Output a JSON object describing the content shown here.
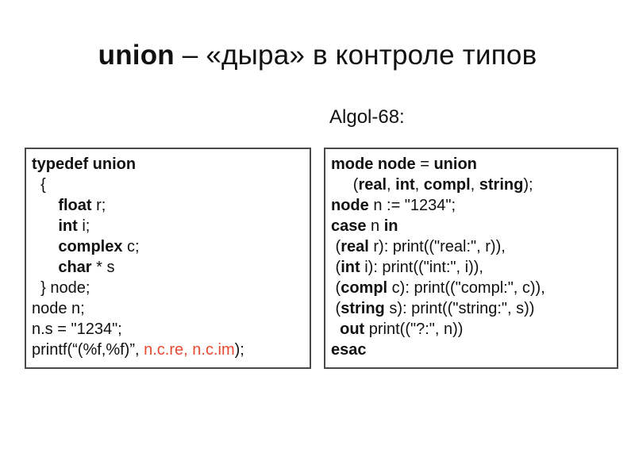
{
  "slide": {
    "title_segments": [
      {
        "t": "union",
        "b": true
      },
      {
        "t": " – «дыра» в контроле типов"
      }
    ],
    "algol_label": "Algol-68:"
  },
  "colors": {
    "text": "#111111",
    "accent_red": "#e64a33",
    "box_border": "#4a4a4a",
    "background": "#ffffff"
  },
  "c_code_box": {
    "language": "C",
    "lines": [
      {
        "segments": [
          {
            "t": "typedef union",
            "b": true
          }
        ]
      },
      {
        "segments": [
          {
            "t": "  {"
          }
        ]
      },
      {
        "segments": [
          {
            "t": "      "
          },
          {
            "t": "float",
            "b": true
          },
          {
            "t": " r;"
          }
        ]
      },
      {
        "segments": [
          {
            "t": "      "
          },
          {
            "t": "int",
            "b": true
          },
          {
            "t": " i;"
          }
        ]
      },
      {
        "segments": [
          {
            "t": "      "
          },
          {
            "t": "complex",
            "b": true
          },
          {
            "t": " c;"
          }
        ]
      },
      {
        "segments": [
          {
            "t": "      "
          },
          {
            "t": "char",
            "b": true
          },
          {
            "t": " * s"
          }
        ]
      },
      {
        "segments": [
          {
            "t": "  } node;"
          }
        ]
      },
      {
        "segments": [
          {
            "t": "node n;"
          }
        ]
      },
      {
        "segments": [
          {
            "t": "n.s = \"1234\";"
          }
        ]
      },
      {
        "segments": [
          {
            "t": "printf(“(%f,%f)”, "
          },
          {
            "t": "n.c.re, n.c.im",
            "red": true
          },
          {
            "t": ");"
          }
        ]
      }
    ]
  },
  "algol_code_box": {
    "language": "Algol-68",
    "lines": [
      {
        "segments": [
          {
            "t": "mode node",
            "b": true
          },
          {
            "t": " = "
          },
          {
            "t": "union",
            "b": true
          }
        ]
      },
      {
        "segments": [
          {
            "t": "     ("
          },
          {
            "t": "real",
            "b": true
          },
          {
            "t": ", "
          },
          {
            "t": "int",
            "b": true
          },
          {
            "t": ", "
          },
          {
            "t": "compl",
            "b": true
          },
          {
            "t": ", "
          },
          {
            "t": "string",
            "b": true
          },
          {
            "t": ");"
          }
        ]
      },
      {
        "segments": [
          {
            "t": "node",
            "b": true
          },
          {
            "t": " n := \"1234\";"
          }
        ]
      },
      {
        "segments": [
          {
            "t": "case",
            "b": true
          },
          {
            "t": " n "
          },
          {
            "t": "in",
            "b": true
          }
        ]
      },
      {
        "segments": [
          {
            "t": " ("
          },
          {
            "t": "real",
            "b": true
          },
          {
            "t": " r): print((\"real:\", r)),"
          }
        ]
      },
      {
        "segments": [
          {
            "t": " ("
          },
          {
            "t": "int",
            "b": true
          },
          {
            "t": " i): print((\"int:\", i)),"
          }
        ]
      },
      {
        "segments": [
          {
            "t": " ("
          },
          {
            "t": "compl",
            "b": true
          },
          {
            "t": " c): print((\"compl:\", c)),"
          }
        ]
      },
      {
        "segments": [
          {
            "t": " ("
          },
          {
            "t": "string",
            "b": true
          },
          {
            "t": " s): print((\"string:\", s))"
          }
        ]
      },
      {
        "segments": [
          {
            "t": "  "
          },
          {
            "t": "out",
            "b": true
          },
          {
            "t": " print((\"?:\", n))"
          }
        ]
      },
      {
        "segments": [
          {
            "t": "esac",
            "b": true
          }
        ]
      }
    ]
  }
}
